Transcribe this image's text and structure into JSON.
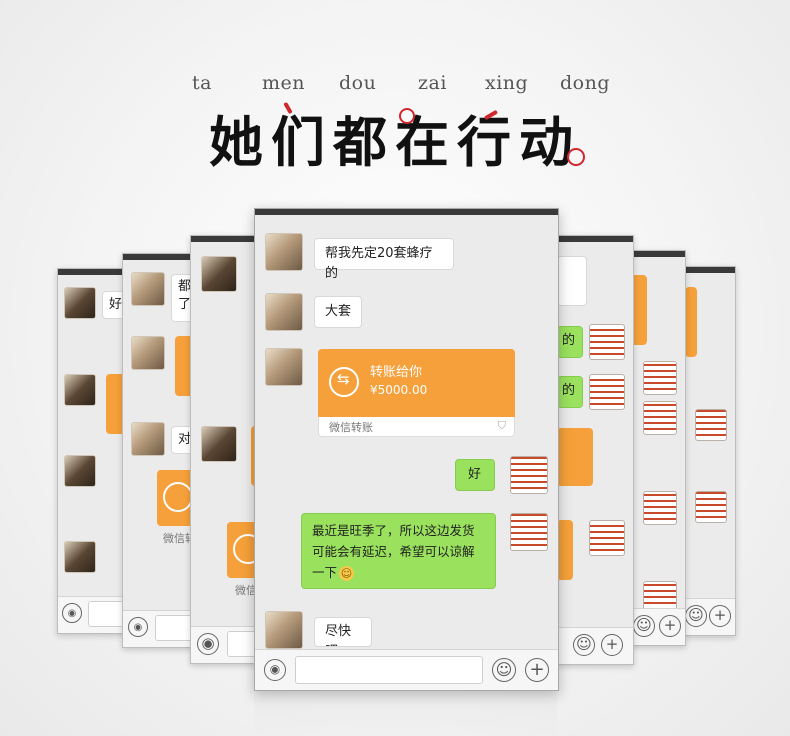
{
  "header": {
    "pinyin": [
      "ta",
      "men",
      "dou",
      "zai",
      "xing",
      "dong"
    ],
    "title": "她们都在行动"
  },
  "colors": {
    "accent_red": "#d0272d",
    "transfer_orange": "#f5a03a",
    "bubble_green": "#9ae25e"
  },
  "main_chat": {
    "messages": [
      {
        "side": "left",
        "text": "帮我先定20套蜂疗的"
      },
      {
        "side": "left",
        "text": "大套"
      },
      {
        "side": "left",
        "type": "transfer",
        "title": "转账给你",
        "amount": "¥5000.00",
        "footer": "微信转账"
      },
      {
        "side": "right",
        "text": "好"
      },
      {
        "side": "right",
        "text": "最近是旺季了，所以这边发货可能会有延迟，希望可以谅解一下",
        "emoji": "smile"
      },
      {
        "side": "left",
        "text": "尽快吧"
      }
    ]
  },
  "left_phone_1": {
    "snippets": [
      "好"
    ]
  },
  "left_phone_2": {
    "snippets": [
      "都",
      "了",
      "对",
      "微信转"
    ]
  },
  "left_phone_3": {
    "snippets": [
      "微信"
    ]
  },
  "right_phone_1": {
    "snippets": [
      "的",
      "的"
    ]
  },
  "icons": [
    "voice-icon",
    "emoji-icon",
    "plus-icon",
    "transfer-icon",
    "shield-icon",
    "check-icon"
  ]
}
